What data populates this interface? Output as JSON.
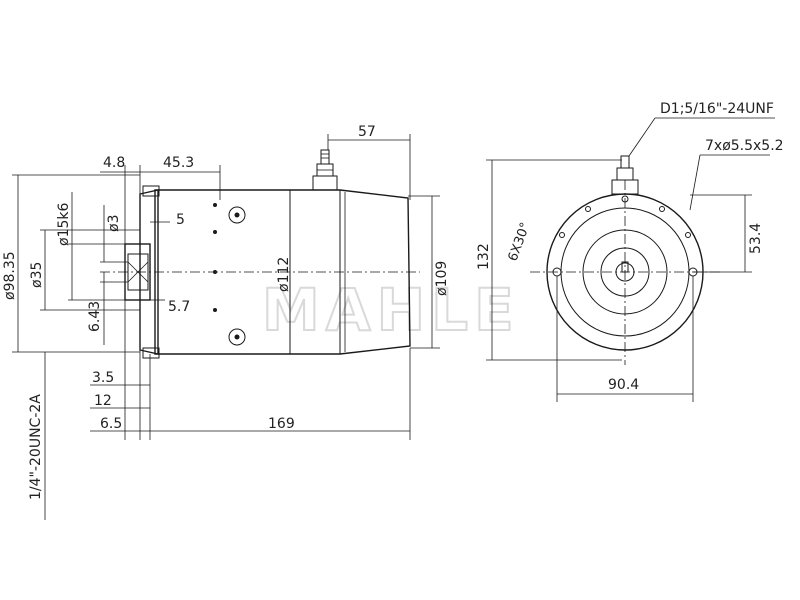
{
  "watermark": "MAHLE",
  "side_view": {
    "dim_57": "57",
    "dim_4_8": "4.8",
    "dim_45_3": "45.3",
    "dim_d15k6": "ø15k6",
    "dim_d3": "ø3",
    "dim_5": "5",
    "dim_d98_35": "ø98.35",
    "dim_d35": "ø35",
    "dim_d112": "ø112",
    "dim_d109": "ø109",
    "dim_6_43": "6.43",
    "dim_5_7": "5.7",
    "dim_3_5": "3.5",
    "dim_12": "12",
    "dim_6_5": "6.5",
    "dim_169": "169",
    "thread_left": "1/4\"-20UNC-2A"
  },
  "end_view": {
    "thread_top": "D1;5/16\"-24UNF",
    "holes": "7xø5.5x5.2",
    "angle": "6X30°",
    "dim_132": "132",
    "dim_53_4": "53.4",
    "dim_90_4": "90.4"
  }
}
